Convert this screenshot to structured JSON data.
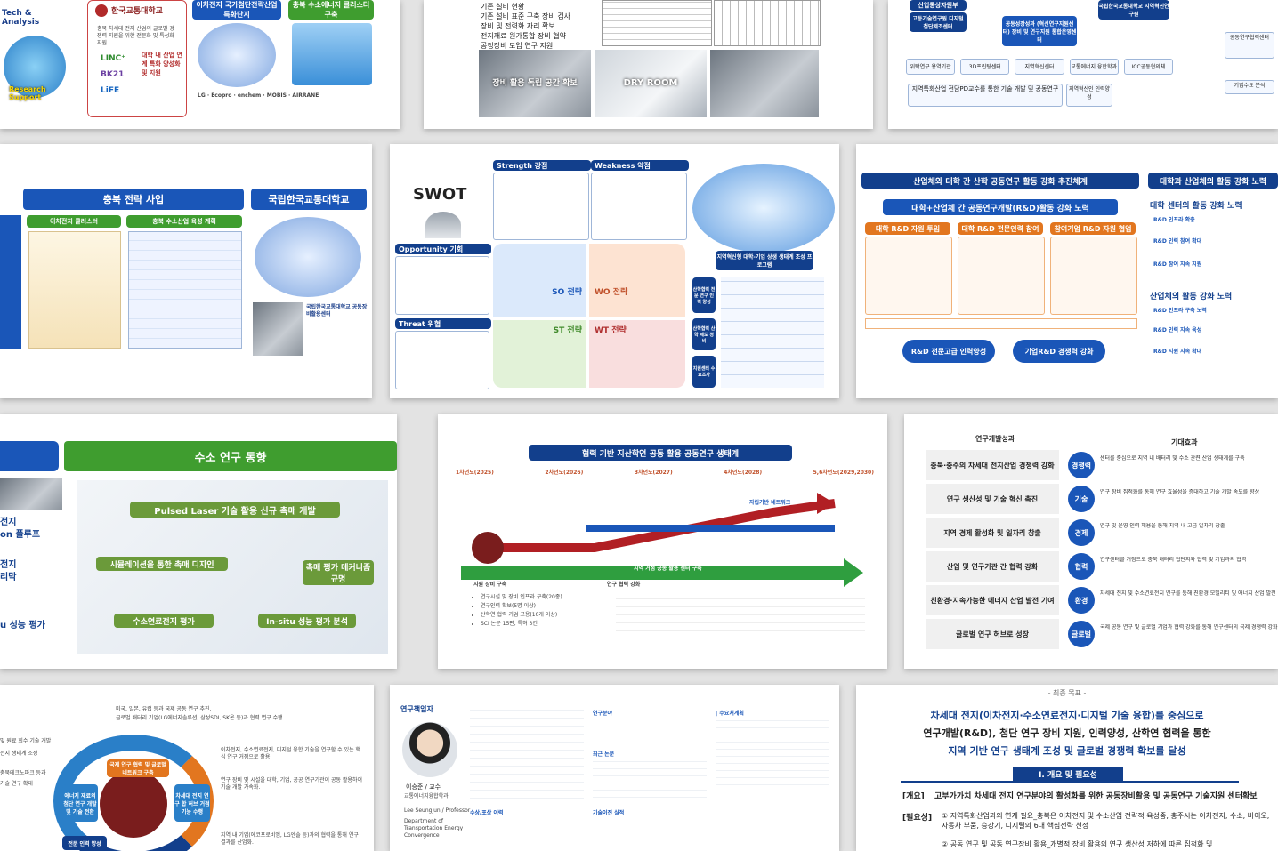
{
  "row1": {
    "s1_title_a": "이차전지 국가첨단전략산업 특화단지",
    "s1_title_b": "충북 수소에너지 클러스터 구축",
    "s1_univ": "한국교통대학교",
    "s1_desc": "충북 차세대 전지 산업의 글로벌 경쟁력 지원을 위한 전문화 및 특성화 지원",
    "s1_arrow": "대학 내 산업 연계 특화 양성화 및 지원",
    "s1_left": "Tech & Analysis",
    "s1_left2": "Research Support",
    "s2_rows": [
      "기존 설비 현황",
      "기존 설비 표준 구축 장비 검사",
      "장비 및 전력화 자리 확보",
      "전지재료 원가통합 장비 협약",
      "공정장비 도입 연구 지원"
    ],
    "s2_photo1": "장비 활용 독립 공간 확보",
    "s2_photo2": "DRY ROOM",
    "s3_top1": "산업통상자원부",
    "s3_top2": "국립한국교통대학교 지역혁신연구원",
    "s3_center": "공동성장성과 (혁신연구지원센터) 장비 및 연구지원 통합운영센터",
    "s3_left": "고등기술연구원 디지털 첨단제조센터",
    "s3_nodes": [
      "위탁연구 용역기관",
      "3D프린팅센터",
      "지역혁신센터",
      "교통에너지 융합학과",
      "ICC공동협의체"
    ],
    "s3_bottom1": "지역특화산업 전담PD교수를 통한 기술 개발 및 공동연구",
    "s3_bottom2": "지역혁신인 인력양성",
    "s3_right1": "공동연구협력센터",
    "s3_right2": "기업수요 분석"
  },
  "row2": {
    "s4_title": "충북 전략 사업",
    "s4_title2": "국립한국교통대학교",
    "s4_sub1": "이차전지 클러스터",
    "s4_sub2": "충북 수소산업 육성 계획",
    "s4_note": "국립한국교통대학교 공동장비활용센터",
    "swot_title": "SWOT",
    "swot_s": "Strength 강점",
    "swot_w": "Weakness 약점",
    "swot_o": "Opportunity 기회",
    "swot_t": "Threat 위협",
    "swot_so": "SO 전략",
    "swot_wo": "WO 전략",
    "swot_st": "ST 전략",
    "swot_wt": "WT 전략",
    "swot_map": "지역혁신형 대학-기업 상생 생태계 조성 프로그램",
    "swot_side": [
      "산학협력 전문 연구 인력 양성",
      "산학협력 산학 제도 정비",
      "지원센터 수요조사"
    ],
    "s6_banner": "산업체와 대학 간 산학 공동연구 활동 강화 추진체계",
    "s6_banner2": "대학과 산업체의 활동 강화 노력",
    "s6_sub": "대학+산업체 간 공동연구개발(R&D)활동 강화 노력",
    "s6_cols": [
      "대학 R&D 자원 투입",
      "대학 R&D 전문인력 참여",
      "참여기업 R&D 자원 협업"
    ],
    "s6_pill1": "R&D 전문고급 인력양성",
    "s6_pill2": "기업R&D 경쟁력 강화",
    "s6_right1": "대학 센터의 활동 강화 노력",
    "s6_right2": "산업체의 활동 강화 노력",
    "s6_right_items": [
      "R&D 인프라 확충",
      "R&D 인력 참여 확대",
      "R&D 참여 지속 지원",
      "R&D 인프라 구축 노력",
      "R&D 인력 지속 육성",
      "R&D 지원 지속 확대"
    ]
  },
  "row3": {
    "s7_title": "수소 연구 동향",
    "s7_items": [
      "Pulsed Laser 기술 활용 신규 촉매 개발",
      "시뮬레이션을 통한 촉매 디자인",
      "촉매 평가 메커니즘 규명",
      "수소연료전지 평가",
      "In-situ 성능 평가 분석"
    ],
    "s7_left": [
      "전지",
      "on 플루프",
      "전지",
      "리막",
      "u 성능 평가"
    ],
    "s8_title": "협력 기반 지산학연 공동 활용 공동연구 생태계",
    "s8_years": [
      "1차년도(2025)",
      "2차년도(2026)",
      "3차년도(2027)",
      "4차년도(2028)",
      "5,6차년도(2029,2030)"
    ],
    "s8_stage": [
      "지원 장비 구축",
      "연구 협력 강화",
      "자립기반 네트워크"
    ],
    "s8_arrow": "지역 거점 공동 활용 센터 구축",
    "s8_bottom": [
      "연구시설 및 장비 인프라 구축(20종)",
      "연구인력 확보(5명 이상)",
      "산학연 협력 기업 고용(10개 이상)",
      "SCI 논문 15편, 특허 3건"
    ],
    "s9_head1": "연구개발성과",
    "s9_head2": "기대효과",
    "s9_rows": [
      "충북·충주의 차세대 전지산업 경쟁력 강화",
      "연구 생산성 및 기술 혁신 촉진",
      "지역 경제 활성화 및 일자리 창출",
      "산업 및 연구기관 간 협력 강화",
      "친환경·지속가능한 에너지 산업 발전 기여",
      "글로벌 연구 허브로 성장"
    ],
    "s9_tags": [
      "경쟁력",
      "기술",
      "경제",
      "협력",
      "환경",
      "글로벌"
    ],
    "s9_desc": [
      "센터를 중심으로 지역 내 배터리 및 수소 관련 산업 생태계를 구축",
      "연구 장비 집적화를 통해 연구 효율성을 증대하고 기술 개발 속도를 향상",
      "연구 및 운영 인력 채용을 통해 지역 내 고급 일자리 창출",
      "연구센터를 거점으로 충북 배터리 협단지와 협력 및 기업과의 협력",
      "차세대 전지 및 수소연료전지 연구를 통해 친환경 모빌리티 및 에너지 산업 발전",
      "국제 공동 연구 및 글로벌 기업과 협력 강화를 통해 연구센터의 국제 경쟁력 강화"
    ]
  },
  "row4": {
    "s10_bullets": [
      "미국, 일본, 유럽 등과 국제 공동 연구 추진.",
      "글로벌 배터리 기업(LG에너지솔루션, 삼성SDI, SK온 등)과 협력 연구 수행.",
      "이차전지, 수소연료전지, 디지털 융합 기술을 연구할 수 있는 핵심 연구 거점으로 활용.",
      "연구 장비 및 시설을 대학, 기업, 공공 연구기관이 공동 활용하여 기술 개발 가속화.",
      "지역 내 기업(에코프로비엠, LG엔솔 등)과의 협력을 통해 연구 결과를 산업화."
    ],
    "s10_left": [
      "및 원료 회수 기술 개발",
      "전지 생태계 조성",
      "충북테크노파크 등과",
      "기술 연구 확대"
    ],
    "s10_cycle": [
      "국제 연구 협력 및 글로벌 네트워크 구축",
      "차세대 전지 연구 합 허브 거점 기능 수행",
      "에너지 재료의 첨단 연구 개발 및 기술 전환",
      "전문 인력 양성"
    ],
    "s11_section": "연구책임자",
    "s11_name": "이승준",
    "s11_role": "교수",
    "s11_dept": "교통에너지융합학과",
    "s11_name_en": "Lee Seungjun / Professor",
    "s11_dept_en": "Department of Transportation Energy Convergence",
    "s11_cols": [
      "연구분야",
      "최근 논문",
      "기술이전 실적",
      "수상/포상 이력"
    ],
    "s12_label": "- 최종 목표 -",
    "s12_line1": "차세대 전지(이차전지·수소연료전지·디지털 기술 융합)를 중심으로",
    "s12_line2": "연구개발(R&D), 첨단 연구 장비 지원, 인력양성, 산학연 협력을 통한",
    "s12_line3": "지역 기반 연구 생태계 조성 및 글로벌 경쟁력 확보를 달성",
    "s12_section": "I. 개요 및 필요성",
    "s12_overview_k": "[개요]",
    "s12_overview": "고부가가치 차세대 전지 연구분야의 활성화를 위한 공동장비활용 및 공동연구 기술지원 센터확보",
    "s12_need_k": "[필요성]",
    "s12_need1": "① 지역특화산업과의 연계 필요_충북은 이차전지 및 수소산업 전략적 육성중, 충주시는 이차전지, 수소, 바이오, 자동차 부품, 승강기, 디지털의 6대 핵심전략 선정",
    "s12_need2": "② 공동 연구 및 공동 연구장비 활용_개별적 장비 활용의 연구 생산성 저하에 따른 집적화 및"
  }
}
